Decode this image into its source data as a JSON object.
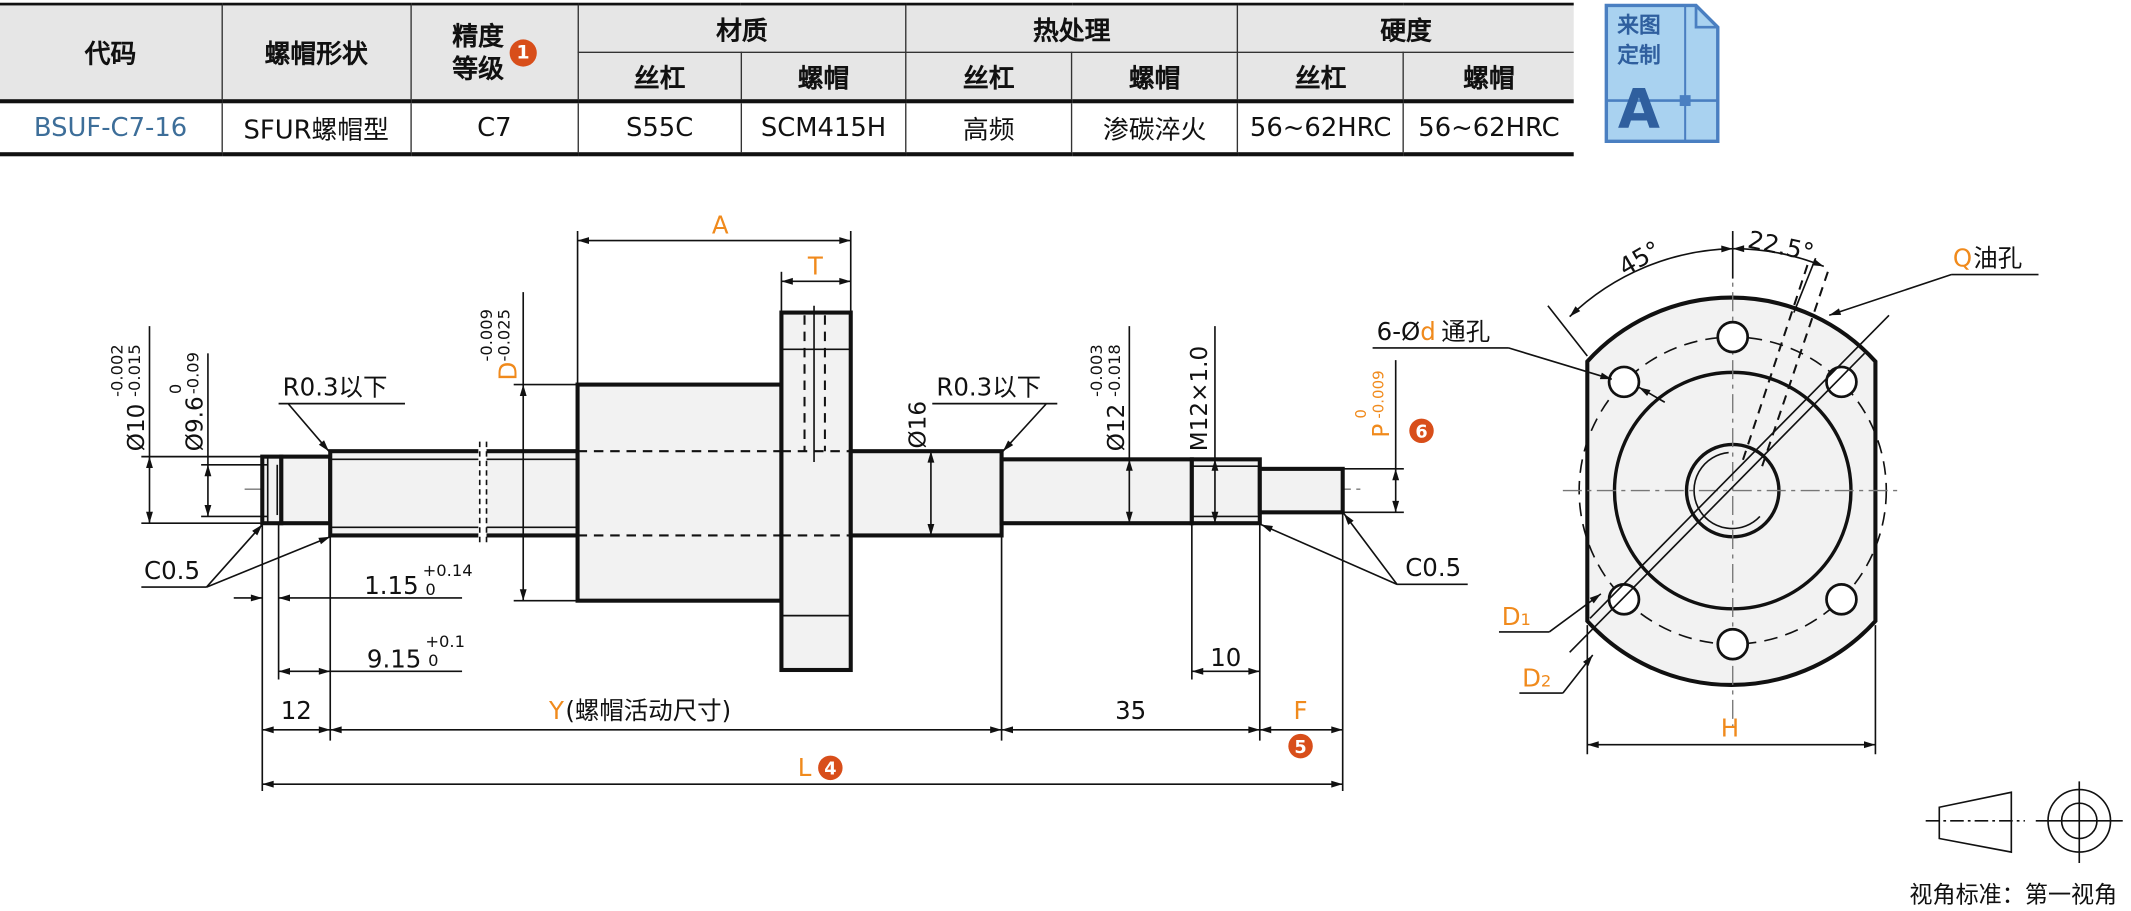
{
  "table": {
    "headers": {
      "code": "代码",
      "nut_shape": "螺帽形状",
      "accuracy_line1": "精度",
      "accuracy_line2": "等级",
      "accuracy_badge": "1",
      "material": "材质",
      "heat_treatment": "热处理",
      "hardness": "硬度",
      "screw": "丝杠",
      "nut": "螺帽"
    },
    "row": {
      "code": "BSUF-C7-16",
      "nut_shape": "SFUR螺帽型",
      "accuracy": "C7",
      "material_screw": "S55C",
      "material_nut": "SCM415H",
      "heat_screw": "高频",
      "heat_nut": "渗碳淬火",
      "hardness_screw": "56~62HRC",
      "hardness_nut": "56~62HRC"
    }
  },
  "custom_badge": {
    "line1": "来图",
    "line2": "定制",
    "letter": "A"
  },
  "drawing": {
    "A": "A",
    "T": "T",
    "D": "D",
    "D_tol_upper": "-0.009",
    "D_tol_lower": "-0.025",
    "dia10": "Ø10",
    "dia10_tol_upper": "-0.002",
    "dia10_tol_lower": "-0.015",
    "dia9_6": "Ø9.6",
    "dia9_6_tol_upper": "0",
    "dia9_6_tol_lower": "-0.09",
    "r_left": "R0.3以下",
    "r_right": "R0.3以下",
    "c_left": "C0.5",
    "c_right": "C0.5",
    "dim_1_15": "1.15",
    "dim_1_15_tol_upper": "+0.14",
    "dim_1_15_tol_lower": "0",
    "dim_9_15": "9.15",
    "dim_9_15_tol_upper": "+0.1",
    "dim_9_15_tol_lower": "0",
    "dim_12": "12",
    "Y": "Y",
    "Y_text": "(螺帽活动尺寸)",
    "dim_35": "35",
    "F": "F",
    "F_badge": "5",
    "L": "L",
    "L_badge": "4",
    "dim_10": "10",
    "dia16": "Ø16",
    "dia12": "Ø12",
    "dia12_tol_upper": "-0.003",
    "dia12_tol_lower": "-0.018",
    "thread": "M12×1.0",
    "P": "P",
    "P_tol_upper": "0",
    "P_tol_lower": "-0.009",
    "P_badge": "6",
    "angle_45": "45°",
    "angle_22_5": "22.5°",
    "Q": "Q",
    "Q_text": "油孔",
    "holes_prefix": "6-Ø",
    "holes_d": "d",
    "holes_text": "通孔",
    "D1": "D",
    "D1_sub": "1",
    "D2": "D",
    "D2_sub": "2",
    "H": "H"
  },
  "view_standard": "视角标准：第一视角",
  "colors": {
    "accent": "#f08a1c",
    "badge": "#d84e1a",
    "code": "#3d6e99",
    "header_bg": "#e6e6e6"
  }
}
